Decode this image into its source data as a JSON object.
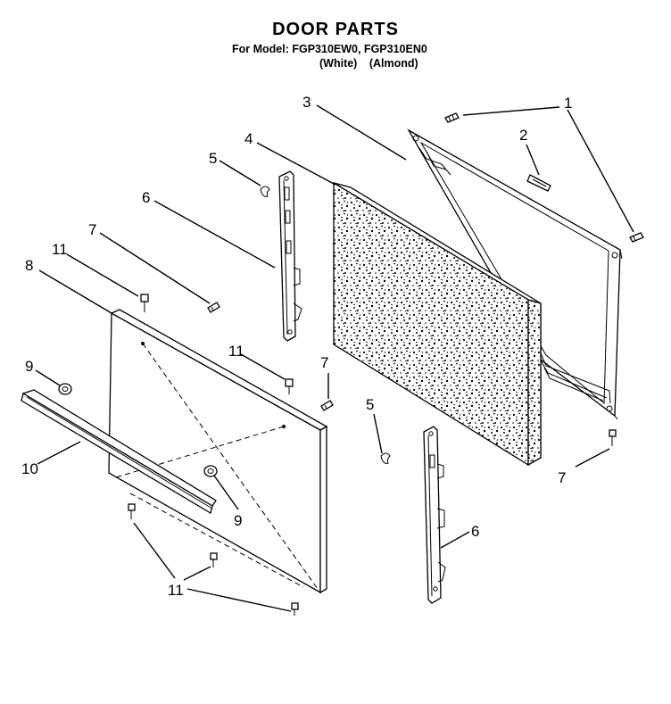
{
  "header": {
    "title": "DOOR PARTS",
    "subtitle": "For Model: FGP310EW0, FGP310EN0",
    "variant_white": "(White)",
    "variant_almond": "(Almond)"
  },
  "callouts": {
    "c1": "1",
    "c2": "2",
    "c3": "3",
    "c4": "4",
    "c5a": "5",
    "c5b": "5",
    "c6a": "6",
    "c6b": "6",
    "c7a": "7",
    "c7b": "7",
    "c7c": "7",
    "c8": "8",
    "c9a": "9",
    "c9b": "9",
    "c10": "10",
    "c11a": "11",
    "c11b": "11",
    "c11c": "11"
  }
}
